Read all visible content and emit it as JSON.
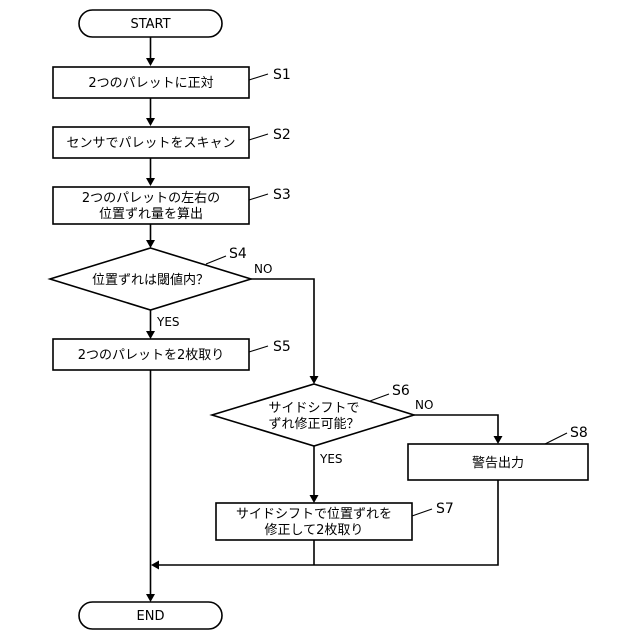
{
  "flowchart": {
    "start": "START",
    "end": "END",
    "s1": {
      "label": "S1",
      "text": "2つのパレットに正対"
    },
    "s2": {
      "label": "S2",
      "text": "センサでパレットをスキャン"
    },
    "s3": {
      "label": "S3",
      "line1": "2つのパレットの左右の",
      "line2": "位置ずれ量を算出"
    },
    "s4": {
      "label": "S4",
      "text": "位置ずれは閾値内？",
      "no": "NO",
      "yes": "YES"
    },
    "s5": {
      "label": "S5",
      "text": "2つのパレットを2枚取り"
    },
    "s6": {
      "label": "S6",
      "line1": "サイドシフトで",
      "line2": "ずれ修正可能？",
      "no": "NO",
      "yes": "YES"
    },
    "s7": {
      "label": "S7",
      "line1": "サイドシフトで位置ずれを",
      "line2": "修正して2枚取り"
    },
    "s8": {
      "label": "S8",
      "text": "警告出力"
    }
  }
}
